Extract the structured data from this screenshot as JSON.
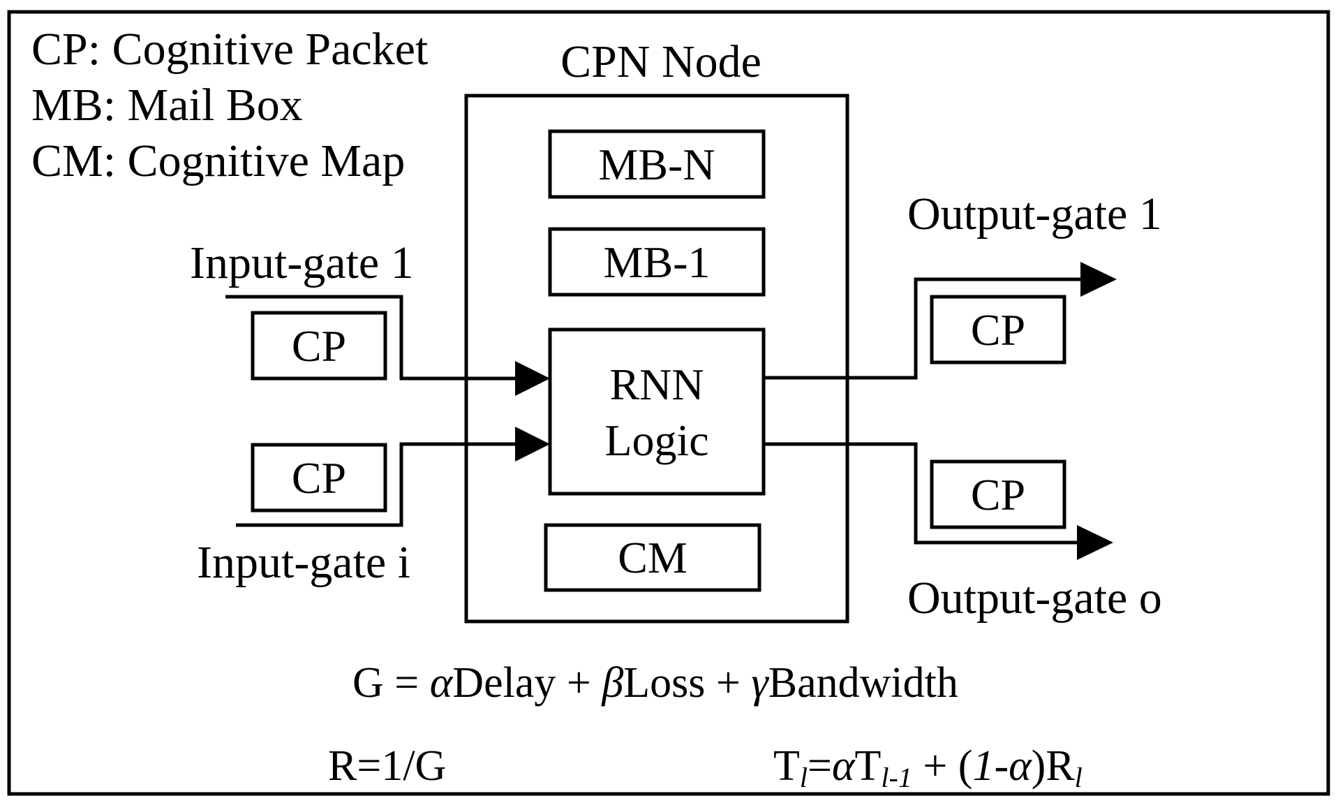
{
  "legend": {
    "cp": "CP: Cognitive Packet",
    "mb": "MB: Mail Box",
    "cm": "CM: Cognitive Map"
  },
  "node": {
    "title": "CPN Node",
    "mb_n": "MB-N",
    "mb_1": "MB-1",
    "rnn_line1": "RNN",
    "rnn_line2": "Logic",
    "cm": "CM"
  },
  "gates": {
    "input_1": "Input-gate 1",
    "input_i": "Input-gate i",
    "output_1": "Output-gate 1",
    "output_o": "Output-gate o"
  },
  "packets": {
    "in_top": "CP",
    "in_bottom": "CP",
    "out_top": "CP",
    "out_bottom": "CP"
  },
  "equations": {
    "goal": {
      "g_eq": "G = ",
      "alpha": "α",
      "delay": "Delay + ",
      "beta": "β",
      "loss": "Loss + ",
      "gamma": "γ",
      "bandwidth": "Bandwidth"
    },
    "reward": "R=1/G",
    "threshold": {
      "t": "T",
      "sub_l": "l",
      "eq_alpha": "=",
      "alpha": "α",
      "t2": "T",
      "sub_l1": "l-1",
      "plus": " + (",
      "one": "1",
      "minus": "-",
      "alpha2": "α",
      "close_r": ")R",
      "sub_l2": "l"
    }
  }
}
